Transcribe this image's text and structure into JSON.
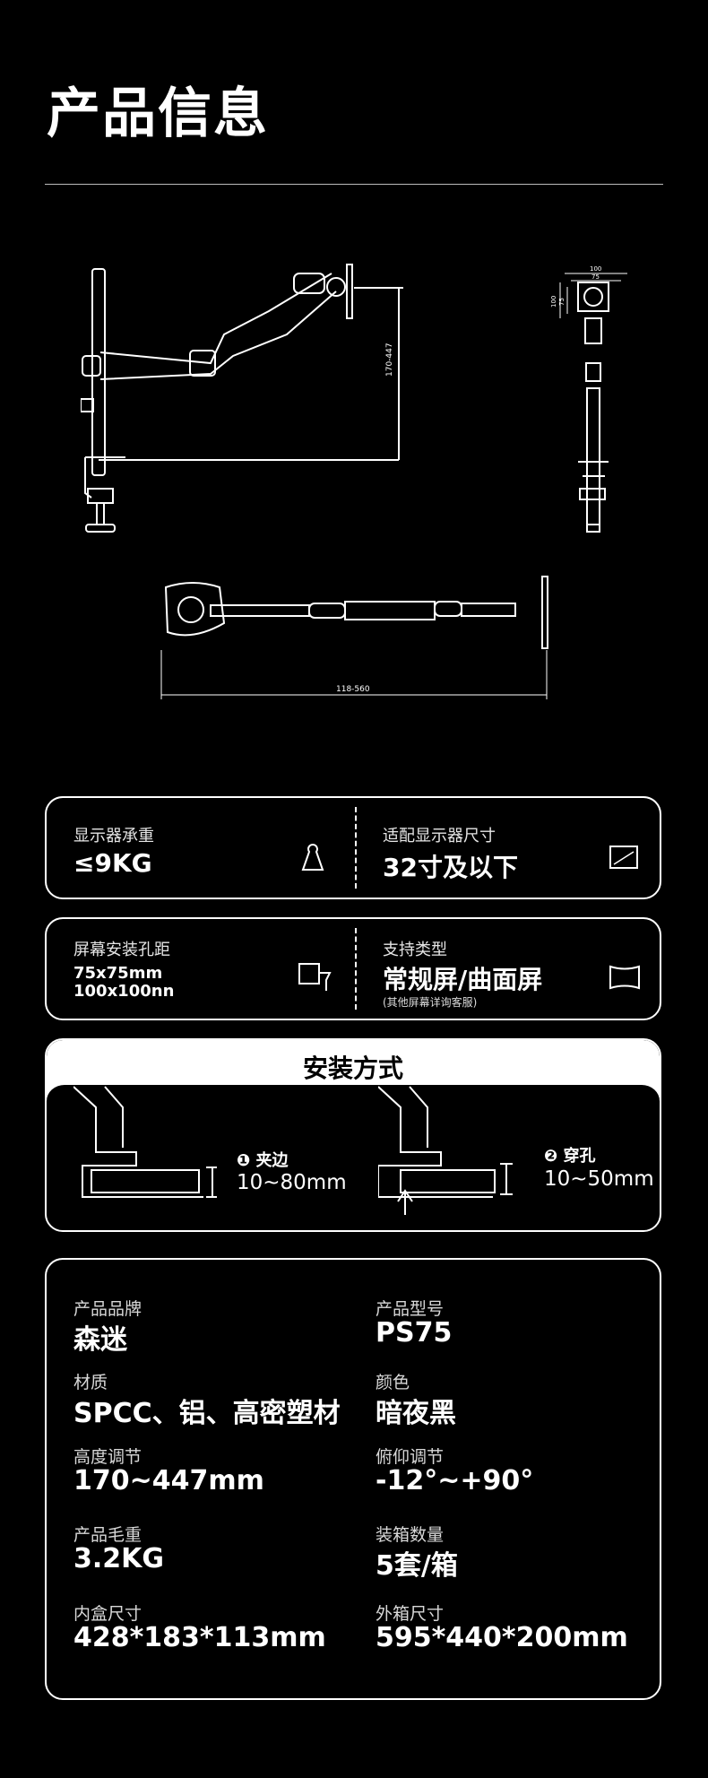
{
  "title": "产品信息",
  "diagrams": {
    "side_dim": "170-447",
    "front_dims": [
      "100",
      "75",
      "100",
      "75"
    ],
    "top_dim": "118-560"
  },
  "specs_row1": {
    "load_label": "显示器承重",
    "load_value": "≤9KG",
    "size_label": "适配显示器尺寸",
    "size_value": "32寸及以下"
  },
  "specs_row2": {
    "vesa_label": "屏幕安装孔距",
    "vesa_value_1": "75x75mm",
    "vesa_value_2": "100x100nn",
    "type_label": "支持类型",
    "type_value": "常规屏/曲面屏",
    "type_note": "(其他屏幕详询客服)"
  },
  "install": {
    "title": "安装方式",
    "clamp_num": "❶",
    "clamp_label": "夹边",
    "clamp_range": "10~80mm",
    "grommet_num": "❷",
    "grommet_label": "穿孔",
    "grommet_range": "10~50mm"
  },
  "info": [
    {
      "label": "产品品牌",
      "value": "森迷"
    },
    {
      "label": "产品型号",
      "value": "PS75"
    },
    {
      "label": "材质",
      "value": "SPCC、铝、高密塑材"
    },
    {
      "label": "颜色",
      "value": "暗夜黑"
    },
    {
      "label": "高度调节",
      "value": "170~447mm"
    },
    {
      "label": "俯仰调节",
      "value": "-12°~+90°"
    },
    {
      "label": "产品毛重",
      "value": "3.2KG"
    },
    {
      "label": "装箱数量",
      "value": "5套/箱"
    },
    {
      "label": "内盒尺寸",
      "value": "428*183*113mm"
    },
    {
      "label": "外箱尺寸",
      "value": "595*440*200mm"
    }
  ]
}
